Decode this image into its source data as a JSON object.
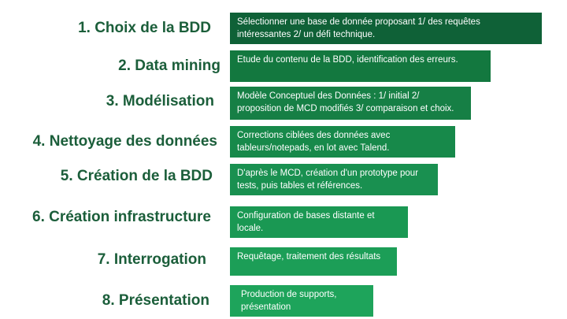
{
  "steps": [
    {
      "label": "1. Choix de la BDD",
      "desc": "Sélectionner une base de donnée proposant 1/ des requêtes intéressantes 2/ un défi technique.",
      "color": "#0f6137"
    },
    {
      "label": "2. Data mining",
      "desc": "Etude du contenu de la BDD, identification des erreurs.",
      "color": "#13783f"
    },
    {
      "label": "3. Modélisation",
      "desc": "Modèle Conceptuel des Données : 1/ initial 2/ proposition de MCD modifiés 3/ comparaison et choix.",
      "color": "#167f45"
    },
    {
      "label": "4. Nettoyage des données",
      "desc": "Corrections ciblées des données avec tableurs/notepads, en lot avec Talend.",
      "color": "#17894a"
    },
    {
      "label": "5. Création de la BDD",
      "desc": "D'après le MCD, création d'un prototype pour tests, puis tables et références.",
      "color": "#199050"
    },
    {
      "label": "6. Création infrastructure",
      "desc": "Configuration de bases distante et locale.",
      "color": "#1a9853"
    },
    {
      "label": "7. Interrogation",
      "desc": "Requêtage, traitement des résultats",
      "color": "#1c9e57"
    },
    {
      "label": "8. Présentation",
      "desc": "Production de supports, présentation",
      "color": "#1ea45b"
    }
  ]
}
